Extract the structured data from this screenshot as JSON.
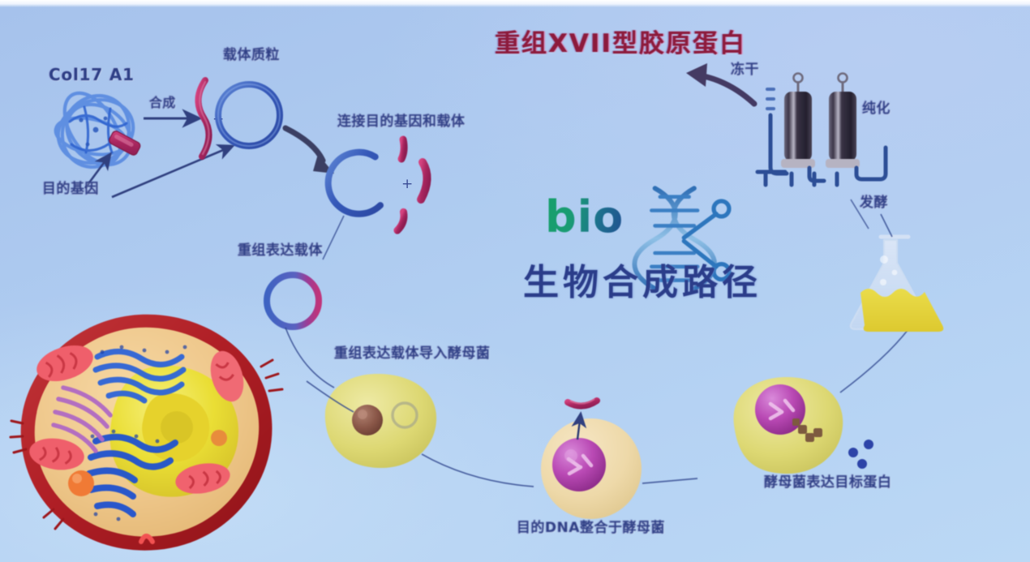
{
  "slide": {
    "title": "重组XVII型胶原蛋白",
    "title_color": "#8c1b3c",
    "background_color": "#aecbf0",
    "brand": {
      "latin": "bio",
      "chinese": "生物合成路径",
      "latin_color": "#17a06a",
      "chinese_color": "#2b3d8a",
      "icon": "dna-scissors-icon"
    }
  },
  "labels": {
    "gene_source": "Col17 A1",
    "target_gene": "目的基因",
    "synthesis": "合成",
    "vector_plasmid": "载体质粒",
    "ligate_gene_vector": "连接目的基因和载体",
    "recombinant_vector": "重组表达载体",
    "transform_yeast": "重组表达载体导入酵母菌",
    "dna_integrated": "目的DNA整合于酵母菌",
    "yeast_expresses": "酵母菌表达目标蛋白",
    "fermentation": "发酵",
    "purification": "纯化",
    "freeze_dry": "冻干"
  },
  "steps": [
    {
      "id": "col17a1",
      "label": "Col17 A1",
      "caption": "目的基因"
    },
    {
      "id": "synthesis-arrow",
      "label": "合成"
    },
    {
      "id": "plasmid",
      "label": "载体质粒"
    },
    {
      "id": "ligation",
      "label": "连接目的基因和载体"
    },
    {
      "id": "recombinant-vector",
      "label": "重组表达载体"
    },
    {
      "id": "host-cell",
      "label": ""
    },
    {
      "id": "yeast-transform",
      "label": "重组表达载体导入酵母菌"
    },
    {
      "id": "yeast-integrate",
      "label": "目的DNA整合于酵母菌"
    },
    {
      "id": "yeast-express",
      "label": "酵母菌表达目标蛋白"
    },
    {
      "id": "fermenter",
      "label": "发酵"
    },
    {
      "id": "purification-columns",
      "label": "纯化"
    },
    {
      "id": "lyophilization",
      "label": "冻干"
    }
  ],
  "colors": {
    "label_blue": "#2e3f86",
    "gene_magenta": "#b42a6e",
    "plasmid_blue": "#3a63c0",
    "cell_membrane_red": "#b8252b",
    "nucleus_yellow": "#e8d932",
    "yeast_yellow": "#ded97a",
    "yeast_nucleus_purple": "#b341a8",
    "flask_liquid": "#e3cf3e",
    "column_dark": "#2b2535"
  }
}
